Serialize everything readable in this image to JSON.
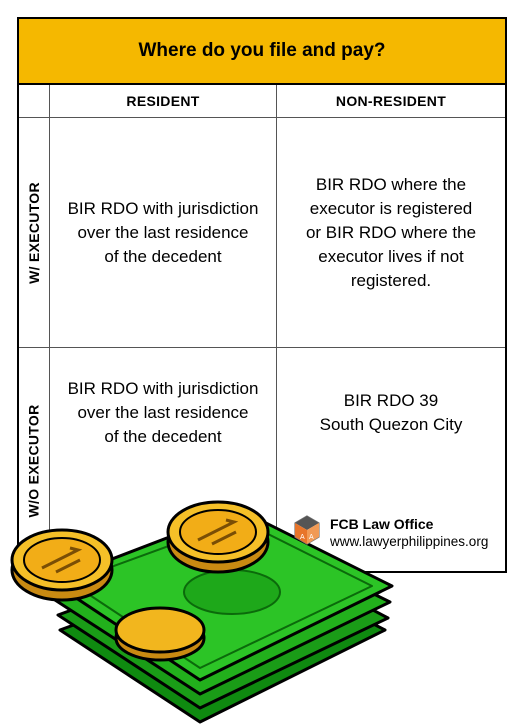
{
  "title": "Where do you file and pay?",
  "columns": {
    "resident": "RESIDENT",
    "non_resident": "NON-RESIDENT"
  },
  "rows": {
    "with_executor": {
      "label": "W/ EXECUTOR",
      "resident": "BIR RDO with jurisdiction\nover the last residence\nof the decedent",
      "non_resident": "BIR RDO where the\nexecutor is registered\nor BIR RDO where the\nexecutor lives if not\nregistered."
    },
    "without_executor": {
      "label": "W/O EXECUTOR",
      "resident": "BIR RDO with jurisdiction\nover the last residence\nof the decedent",
      "non_resident": "BIR RDO 39\nSouth Quezon City"
    }
  },
  "branding": {
    "name": "FCB Law Office",
    "url": "www.lawyerphilippines.org"
  },
  "colors": {
    "title_band": "#f5b800",
    "bill_green": "#1ea81a",
    "coin_gold": "#f2b61e",
    "logo_orange": "#e8752a"
  },
  "icons": [
    "law-office-logo-icon",
    "money-illustration"
  ]
}
